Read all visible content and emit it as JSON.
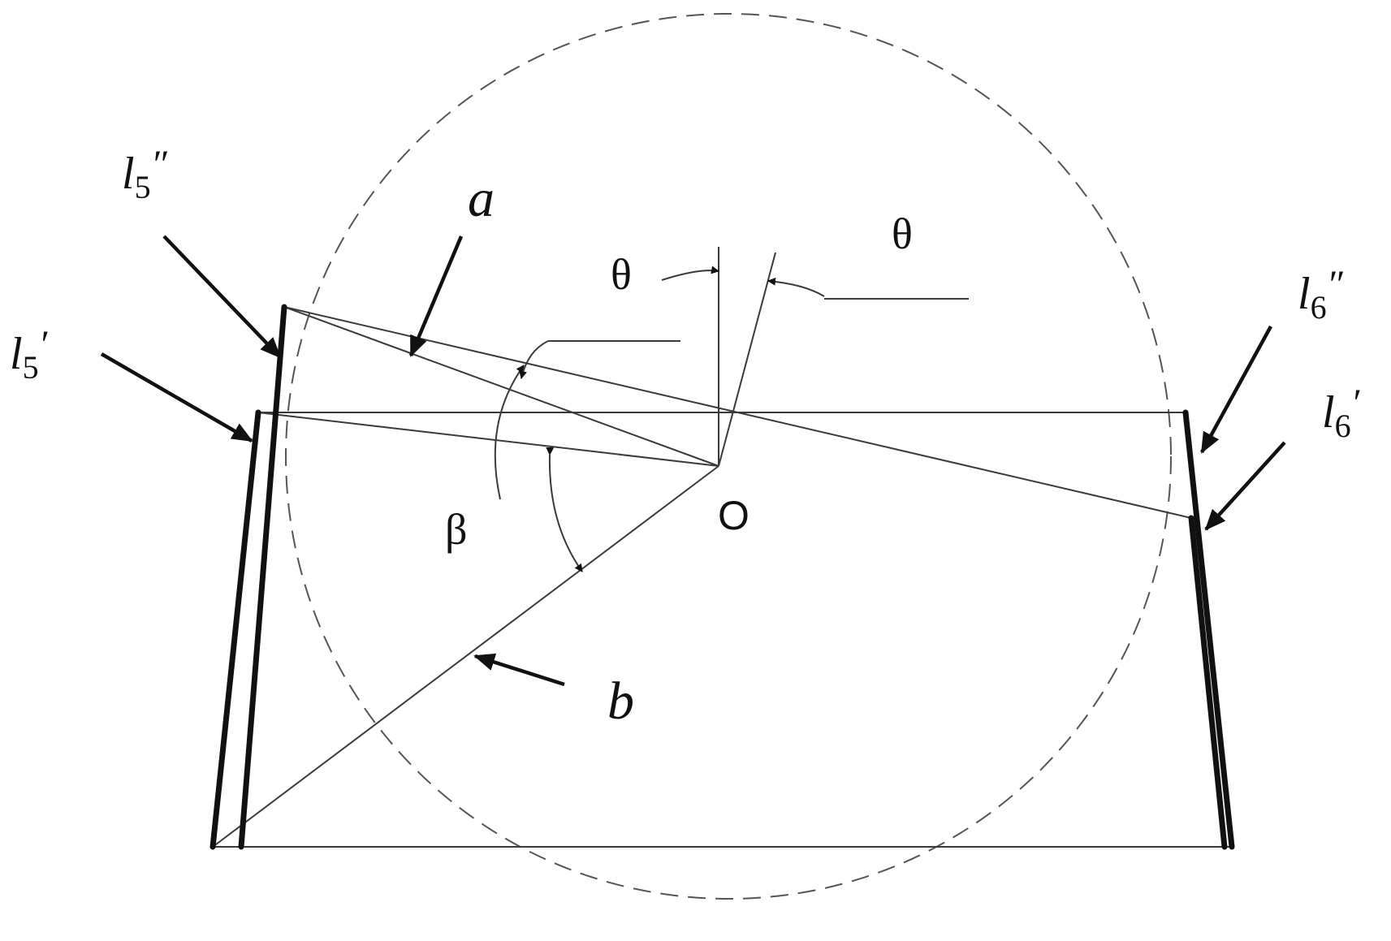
{
  "labels": {
    "l5pp": {
      "main": "l",
      "sub": "5",
      "prime": "″"
    },
    "l5p": {
      "main": "l",
      "sub": "5",
      "prime": "′"
    },
    "l6pp": {
      "main": "l",
      "sub": "6",
      "prime": "″"
    },
    "l6p": {
      "main": "l",
      "sub": "6",
      "prime": "′"
    },
    "a": "a",
    "b": "b",
    "theta_left": "θ",
    "theta_right": "θ",
    "beta": "β",
    "origin": "O"
  }
}
